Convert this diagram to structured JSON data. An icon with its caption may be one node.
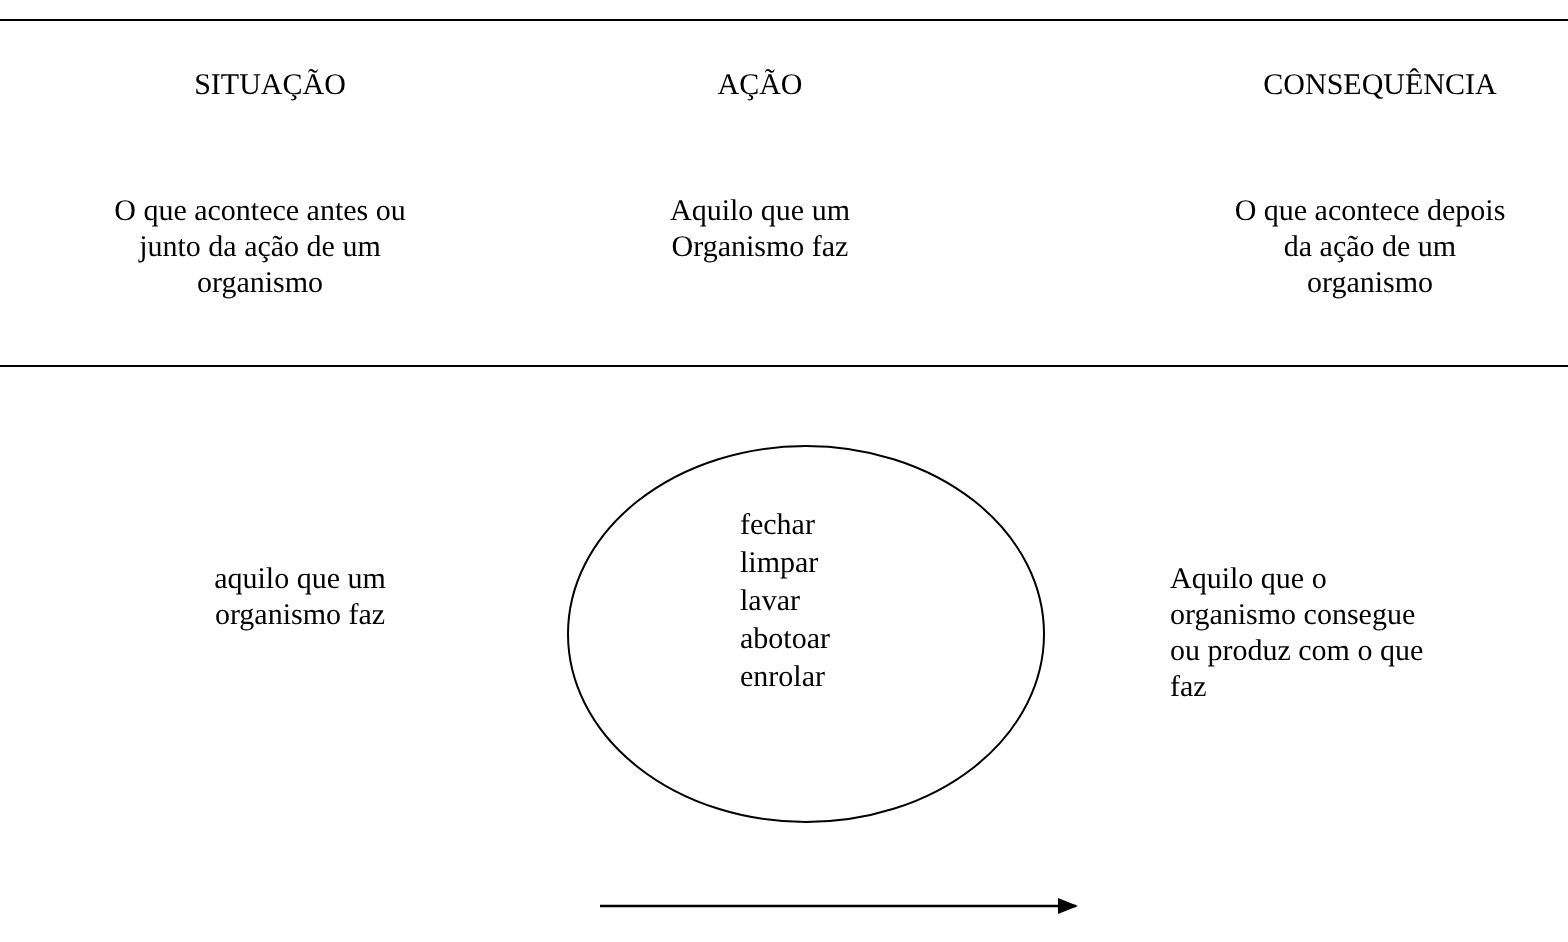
{
  "diagram": {
    "nodes": [
      {
        "text": [
          "fechar",
          "limpar",
          "lavar",
          "abotoar",
          "enrolar"
        ]
      }
    ],
    "labels": [
      "SITUAÇÃO",
      "AÇÃO",
      "CONSEQUÊNCIA",
      "O que acontece antes ou junto da ação de um organismo",
      "Aquilo que um Organismo faz",
      "O que acontece depois da ação de um organismo",
      "aquilo que um organismo faz",
      "Aquilo que o organismo consegue ou produz com o que faz"
    ]
  }
}
